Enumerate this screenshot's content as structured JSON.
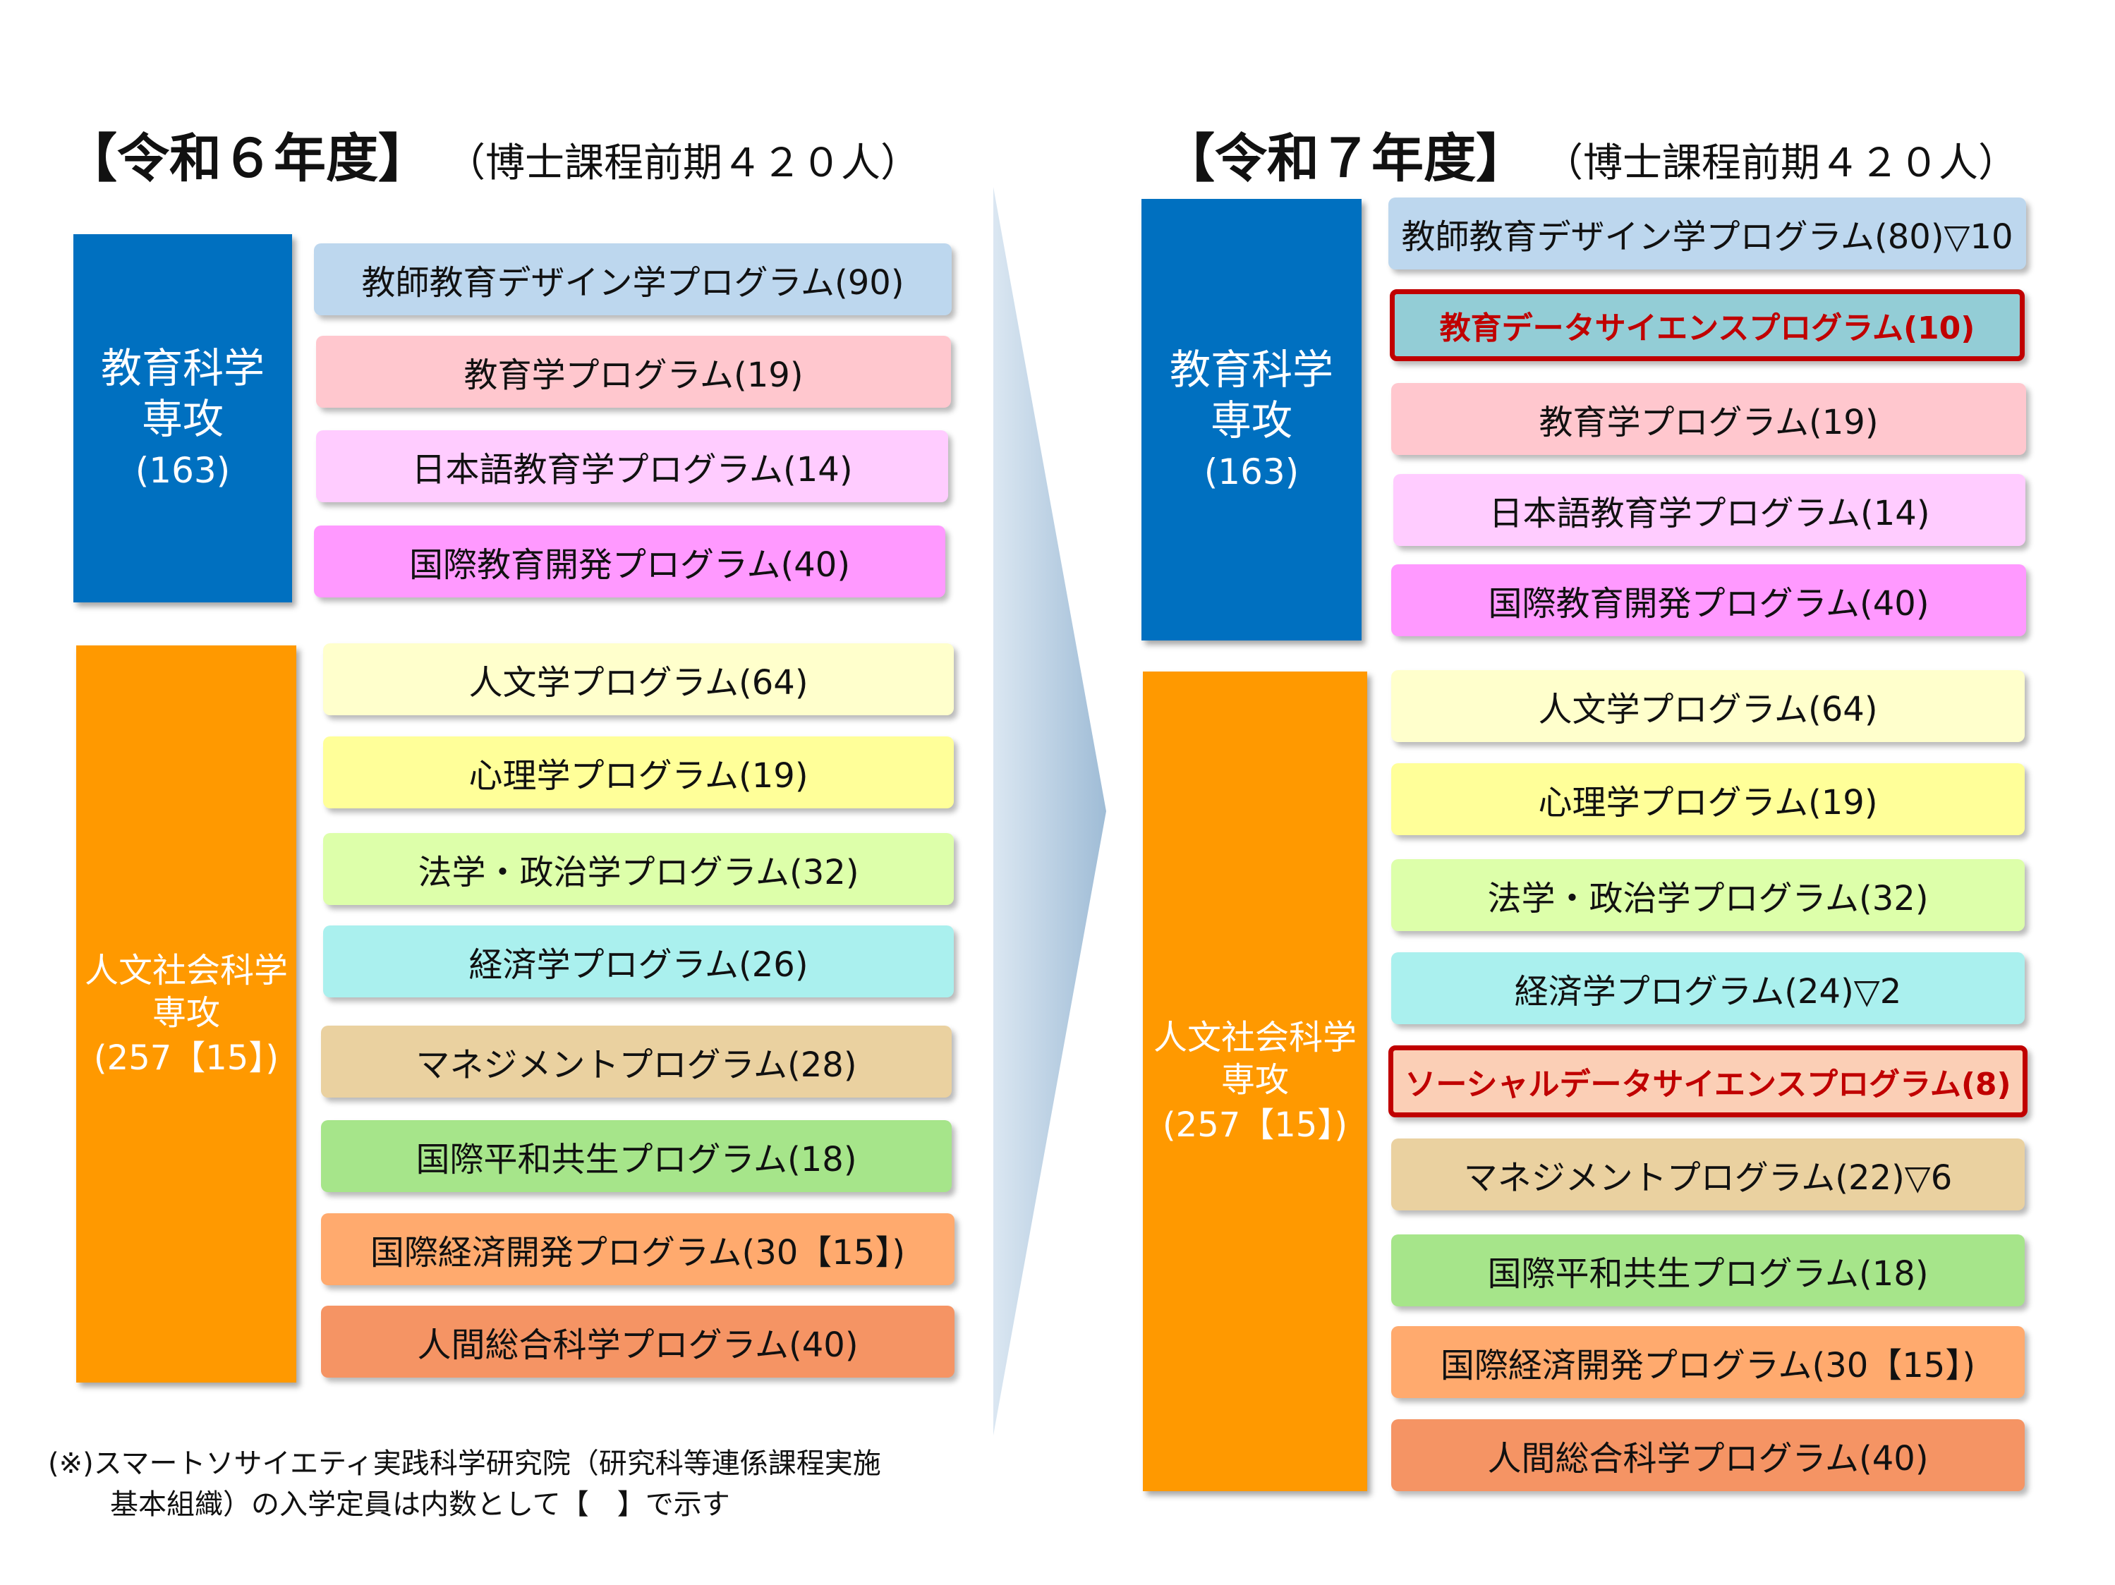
{
  "left": {
    "heading": "【令和６年度】",
    "subheading": "（博士課程前期４２０人）",
    "departments": [
      {
        "name": "教育科学\n専攻",
        "count": "(163)"
      },
      {
        "name": "人文社会科学\n専攻",
        "count": "(257【15】)"
      }
    ],
    "programs": [
      "教師教育デザイン学プログラム(90)",
      "教育学プログラム(19)",
      "日本語教育学プログラム(14)",
      "国際教育開発プログラム(40)",
      "人文学プログラム(64)",
      "心理学プログラム(19)",
      "法学・政治学プログラム(32)",
      "経済学プログラム(26)",
      "マネジメントプログラム(28)",
      "国際平和共生プログラム(18)",
      "国際経済開発プログラム(30【15】)",
      "人間総合科学プログラム(40)"
    ]
  },
  "right": {
    "heading": "【令和７年度】",
    "subheading": "（博士課程前期４２０人）",
    "departments": [
      {
        "name": "教育科学\n専攻",
        "count": "(163)"
      },
      {
        "name": "人文社会科学\n専攻",
        "count": "(257【15】)"
      }
    ],
    "programs": [
      "教師教育デザイン学プログラム(80)▽10",
      "教育データサイエンスプログラム(10)",
      "教育学プログラム(19)",
      "日本語教育学プログラム(14)",
      "国際教育開発プログラム(40)",
      "人文学プログラム(64)",
      "心理学プログラム(19)",
      "法学・政治学プログラム(32)",
      "経済学プログラム(24)▽2",
      "ソーシャルデータサイエンスプログラム(8)",
      "マネジメントプログラム(22)▽6",
      "国際平和共生プログラム(18)",
      "国際経済開発プログラム(30【15】)",
      "人間総合科学プログラム(40)"
    ]
  },
  "colors": {
    "dept_blue": "#0070c0",
    "dept_orange": "#ff9900",
    "new_program_border": "#c00000"
  },
  "note": {
    "line1": "(※)スマートソサイエティ実践科学研究院（研究科等連係課程実施",
    "line2": "基本組織）の入学定員は内数として【　】で示す"
  }
}
